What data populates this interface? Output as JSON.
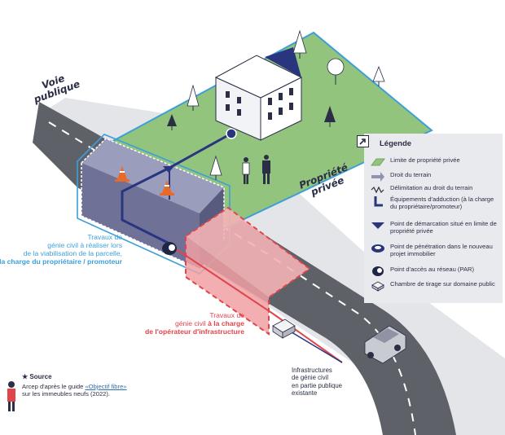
{
  "road_label": {
    "line1": "Voie",
    "line2": "publique"
  },
  "property_label": {
    "line1": "Propriété",
    "line2": "privée"
  },
  "legend": {
    "title": "Légende",
    "items": [
      {
        "icon": "green-parcel-swatch",
        "color": "#93c47d",
        "text": "Limite de propriété privée"
      },
      {
        "icon": "grey-arrow-swatch",
        "color": "#8f93b3",
        "text": "Droit du terrain"
      },
      {
        "icon": "zigzag-line",
        "text": "Délimitation au droit du terrain"
      },
      {
        "icon": "conduit-pipe",
        "color": "#2a3580",
        "text": "Équipements d'adduction (à la charge du propriétaire/promoteur)"
      },
      {
        "icon": "triangle-marker",
        "color": "#2a3580",
        "text": "Point de démarcation situé en limite de propriété privée"
      },
      {
        "icon": "penetration-point",
        "color": "#2a3580",
        "text": "Point de pénétration dans le nouveau projet immobilier"
      },
      {
        "icon": "access-point",
        "color": "#1f2545",
        "text": "Point d'accès au réseau (PAR)"
      },
      {
        "icon": "chamber-box",
        "color": "#e3e4e8",
        "text": "Chambre de tirage sur domaine public"
      }
    ]
  },
  "owner_works": {
    "line1": "Travaux de",
    "line2": "génie civil à réaliser lors",
    "line3": "de la viabilisation de la parcelle,",
    "bold": "à la charge du propriétaire / promoteur"
  },
  "operator_works": {
    "line1": "Travaux de",
    "line2_plain": "génie civil",
    "line2_bold": "à la charge",
    "bold": "de l'opérateur d'infrastructure"
  },
  "existing_infra": {
    "line1": "Infrastructures",
    "line2": "de génie civil",
    "line3": "en partie publique",
    "line4": "existante"
  },
  "source": {
    "title": "Source",
    "prefix": "Arcep d'après le guide ",
    "link": "«Objectif fibre»",
    "suffix": "sur les immeubles neufs (2022)."
  },
  "colors": {
    "private_parcel": "#93c47d",
    "private_outline": "#3e9fd8",
    "operator_red": "#e0454b",
    "conduit": "#2a3580",
    "road": "#5f6168",
    "ground": "#e4e5e9"
  }
}
